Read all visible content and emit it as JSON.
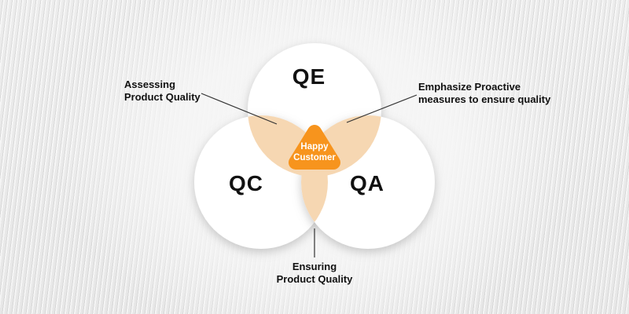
{
  "diagram": {
    "circles": [
      {
        "id": "qe",
        "label": "QE"
      },
      {
        "id": "qc",
        "label": "QC"
      },
      {
        "id": "qa",
        "label": "QA"
      }
    ],
    "center": {
      "lines": [
        "Happy",
        "Customer"
      ]
    },
    "annotations": {
      "left": {
        "lines": [
          "Assessing",
          "Product Quality"
        ]
      },
      "right": {
        "lines": [
          "Emphasize Proactive",
          "measures to ensure quality"
        ]
      },
      "bottom": {
        "lines": [
          "Ensuring",
          "Product Quality"
        ]
      }
    },
    "colors": {
      "circle_fill": "#ffffff",
      "overlap_fill": "#f6d7b2",
      "triangle_fill": "#f7941d",
      "leader_line": "#333333",
      "text": "#111111"
    }
  }
}
